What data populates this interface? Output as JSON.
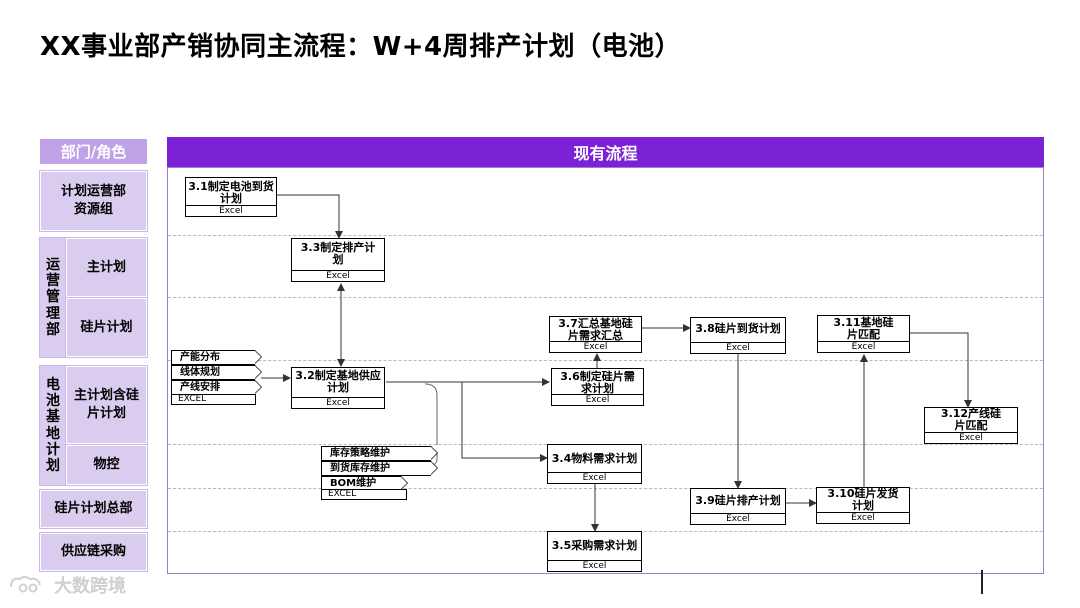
{
  "title": "XX事业部产销协同主流程：W+4周排产计划（电池）",
  "role_header": "部门/角色",
  "flow_header": "现有流程",
  "roles": {
    "plan_ops": "计划运营部资源组",
    "ops_mgmt_group": "运营管理部",
    "master_plan": "主计划",
    "wafer_plan": "硅片计划",
    "battery_base_group": "电池基地计划",
    "master_plan_with_wafer": "主计划含硅片计划",
    "material_control": "物控",
    "wafer_hq": "硅片计划总部",
    "supply_chain": "供应链采购"
  },
  "processes": [
    {
      "id": "p31",
      "title": "3.1制定电池到货计划",
      "tool": "Excel"
    },
    {
      "id": "p33",
      "title": "3.3制定排产计划",
      "tool": "Excel"
    },
    {
      "id": "p32",
      "title": "3.2制定基地供应计划",
      "tool": "Excel"
    },
    {
      "id": "p37",
      "title": "3.7汇总基地硅片需求汇总",
      "tool": "Excel"
    },
    {
      "id": "p36",
      "title": "3.6制定硅片需求计划",
      "tool": "Excel"
    },
    {
      "id": "p34",
      "title": "3.4物料需求计划",
      "tool": "Excel"
    },
    {
      "id": "p35",
      "title": "3.5采购需求计划",
      "tool": "Excel"
    },
    {
      "id": "p38",
      "title": "3.8硅片到货计划",
      "tool": "Excel"
    },
    {
      "id": "p39",
      "title": "3.9硅片排产计划",
      "tool": "Excel"
    },
    {
      "id": "p311",
      "title": "3.11基地硅片匹配",
      "tool": "Excel"
    },
    {
      "id": "p310",
      "title": "3.10硅片发货计划",
      "tool": "Excel"
    },
    {
      "id": "p312",
      "title": "3.12产线硅片匹配",
      "tool": "Excel"
    }
  ],
  "inputs_a": [
    "产能分布",
    "线体规划",
    "产线安排"
  ],
  "inputs_a_tool": "EXCEL",
  "inputs_b": [
    "库存策略维护",
    "到货库存维护",
    "BOM维护"
  ],
  "inputs_b_tool": "EXCEL",
  "watermark": "大数跨境",
  "colors": {
    "header_purple": "#7b22d6",
    "role_header": "#bfa3e6",
    "role_fill": "#d9ccee"
  }
}
